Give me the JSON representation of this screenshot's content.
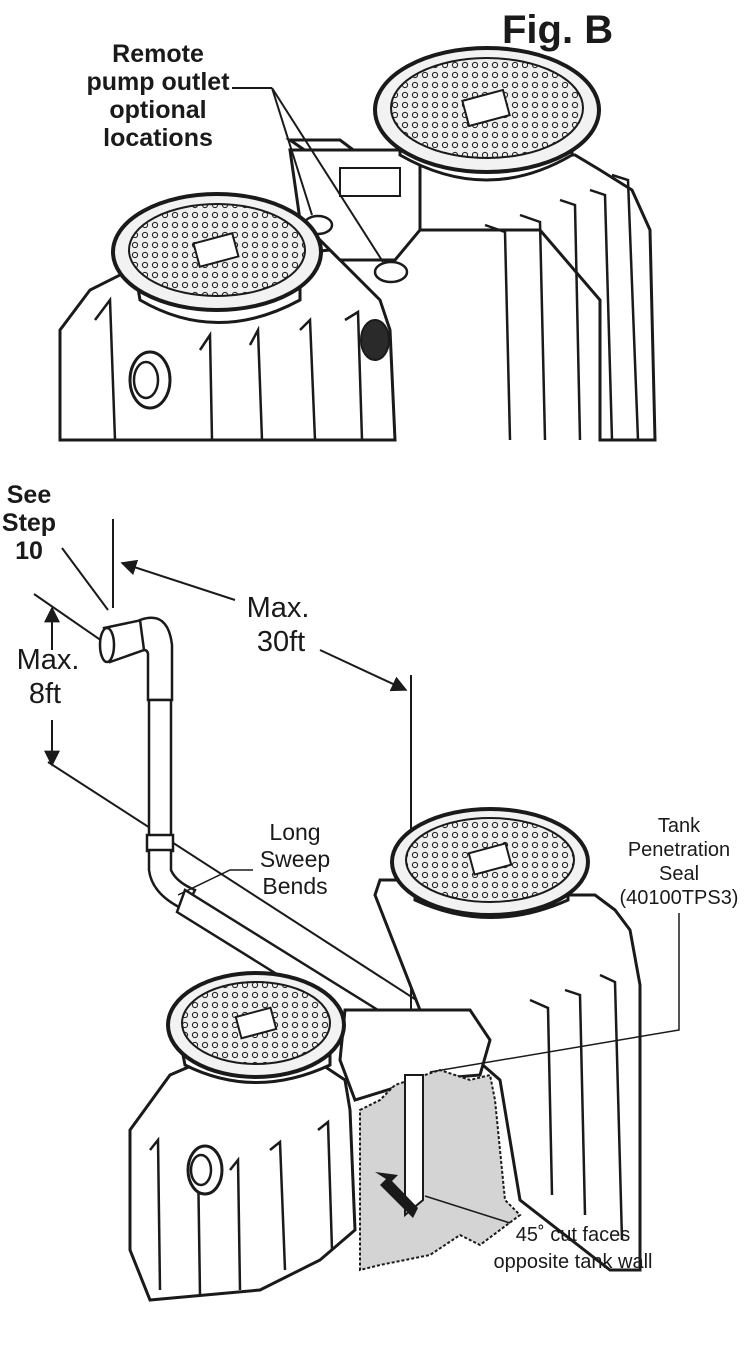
{
  "figure": {
    "title": "Fig. B",
    "remote_outlet_label": [
      "Remote",
      "pump outlet",
      "optional",
      "locations"
    ],
    "see_step_label": [
      "See",
      "Step",
      "10"
    ],
    "max_length_label": [
      "Max.",
      "30ft"
    ],
    "max_height_label": [
      "Max.",
      "8ft"
    ],
    "sweep_label": [
      "Long",
      "Sweep",
      "Bends"
    ],
    "seal_label": [
      "Tank",
      "Penetration",
      "Seal",
      "(40100TPS3)"
    ],
    "cut_label": [
      "45˚ cut faces",
      "opposite tank wall"
    ]
  },
  "colors": {
    "line": "#1a1a1a",
    "tank_fill": "#ffffff",
    "cutaway_fill": "#d4d4d4",
    "lid_fill": "#e8e8e8"
  },
  "icons": [
    "tank-icon",
    "access-lid-icon",
    "pipe-icon",
    "arrow-icon"
  ]
}
